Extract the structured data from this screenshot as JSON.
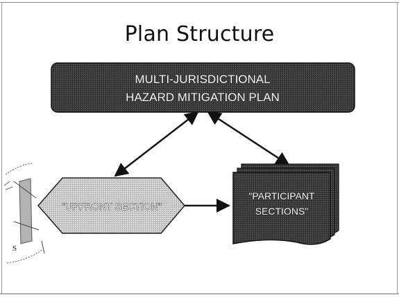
{
  "slide": {
    "title": "Plan Structure"
  },
  "diagram": {
    "main_node": {
      "line1": "MULTI-JURISDICTIONAL",
      "line2": "HAZARD MITIGATION PLAN"
    },
    "left_node": {
      "label": "\"UPFRONT SECTION\""
    },
    "right_node": {
      "line1": "\"PARTICIPANT",
      "line2": "SECTIONS\""
    }
  }
}
